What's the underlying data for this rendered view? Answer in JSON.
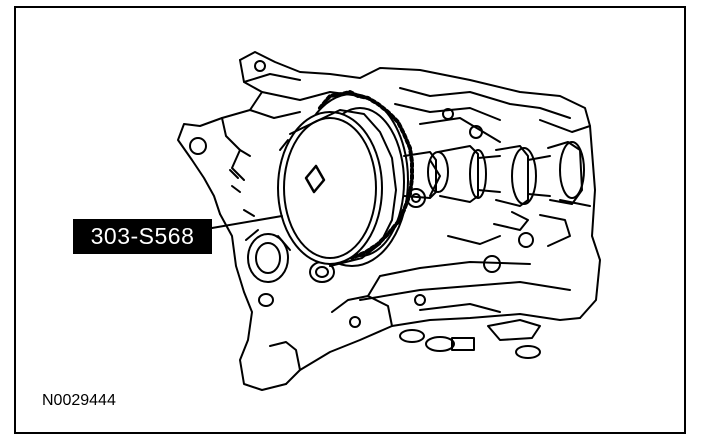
{
  "figure": {
    "callout_label": "303-S568",
    "figure_id": "N0029444"
  },
  "colors": {
    "line": "#000000",
    "background": "#ffffff",
    "callout_fill": "#000000",
    "callout_text": "#ffffff"
  },
  "icons": {
    "tool": "camshaft-sprocket-holding-tool",
    "engine": "cylinder-head-illustration"
  }
}
